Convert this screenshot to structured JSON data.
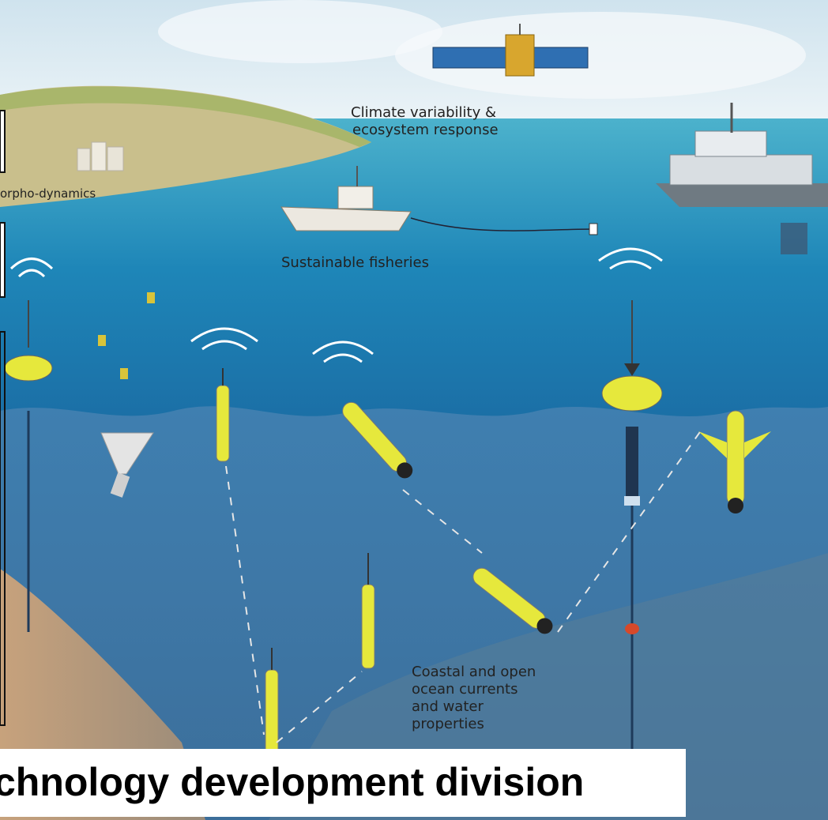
{
  "labels": {
    "climate": [
      "Climate variability &",
      "ecosystem response"
    ],
    "morpho": "orpho-dynamics",
    "fisheries": "Sustainable fisheries",
    "coastal": [
      "Coastal and open",
      "ocean currents",
      "and water",
      "properties"
    ]
  },
  "banner": {
    "text": "chnology development division"
  },
  "colors": {
    "ocean": "#2b86b8",
    "deep": "#3c78a6",
    "sand": "#c9a57e",
    "instrument": "#e6e83c",
    "banner": "#ffffff"
  }
}
